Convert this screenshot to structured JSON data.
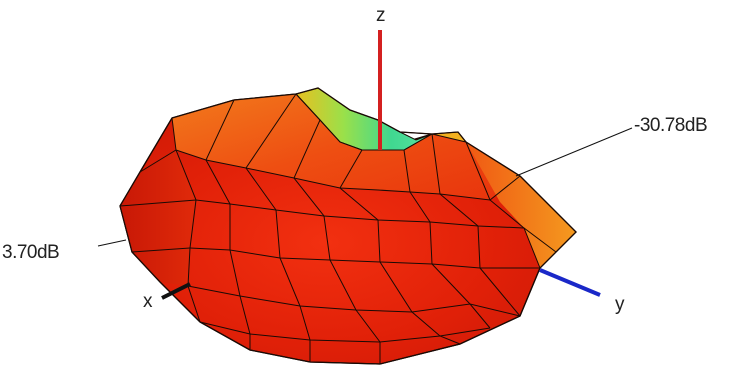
{
  "axes": {
    "z": "z",
    "x": "x",
    "y": "y"
  },
  "annotations": {
    "max_gain": "3.70dB",
    "min_gain": "-30.78dB"
  },
  "colors": {
    "z_axis": "#d42020",
    "y_axis": "#1a28c8",
    "x_axis": "#111111",
    "surface_high": "#e62a0a",
    "surface_mid": "#f07818",
    "surface_low": "#40d890",
    "mesh_line": "#1a0a05"
  }
}
